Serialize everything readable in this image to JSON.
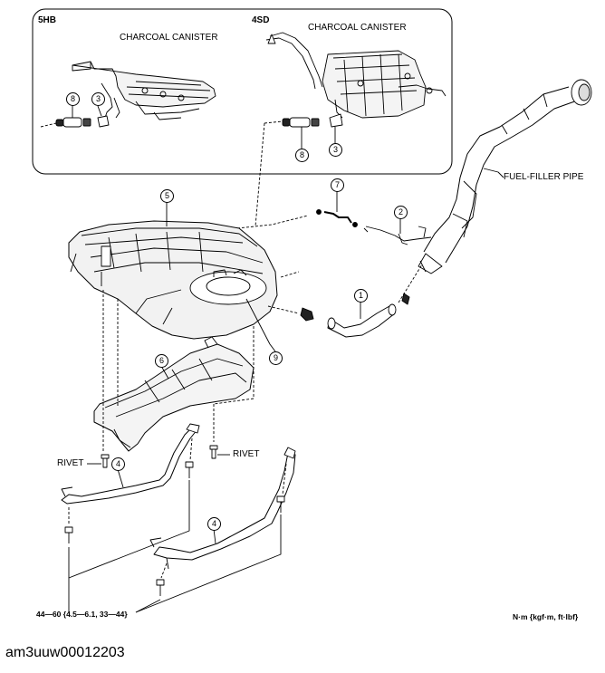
{
  "inset": {
    "hb_label": "5HB",
    "sd_label": "4SD",
    "hb_canister_label": "CHARCOAL CANISTER",
    "sd_canister_label": "CHARCOAL CANISTER"
  },
  "labels": {
    "fuel_filler_pipe": "FUEL-FILLER PIPE",
    "rivet_left": "RIVET",
    "rivet_right": "RIVET",
    "torque_spec": "44—60 {4.5—6.1, 33—44}",
    "torque_units": "N·m {kgf·m, ft·lbf}"
  },
  "callouts": {
    "c8_hb": "8",
    "c3_hb": "3",
    "c8_sd": "8",
    "c3_sd": "3",
    "c5": "5",
    "c7": "7",
    "c2": "2",
    "c1": "1",
    "c9": "9",
    "c6": "6",
    "c4_left": "4",
    "c4_right": "4"
  },
  "footer": {
    "code": "am3uuw00012203"
  }
}
